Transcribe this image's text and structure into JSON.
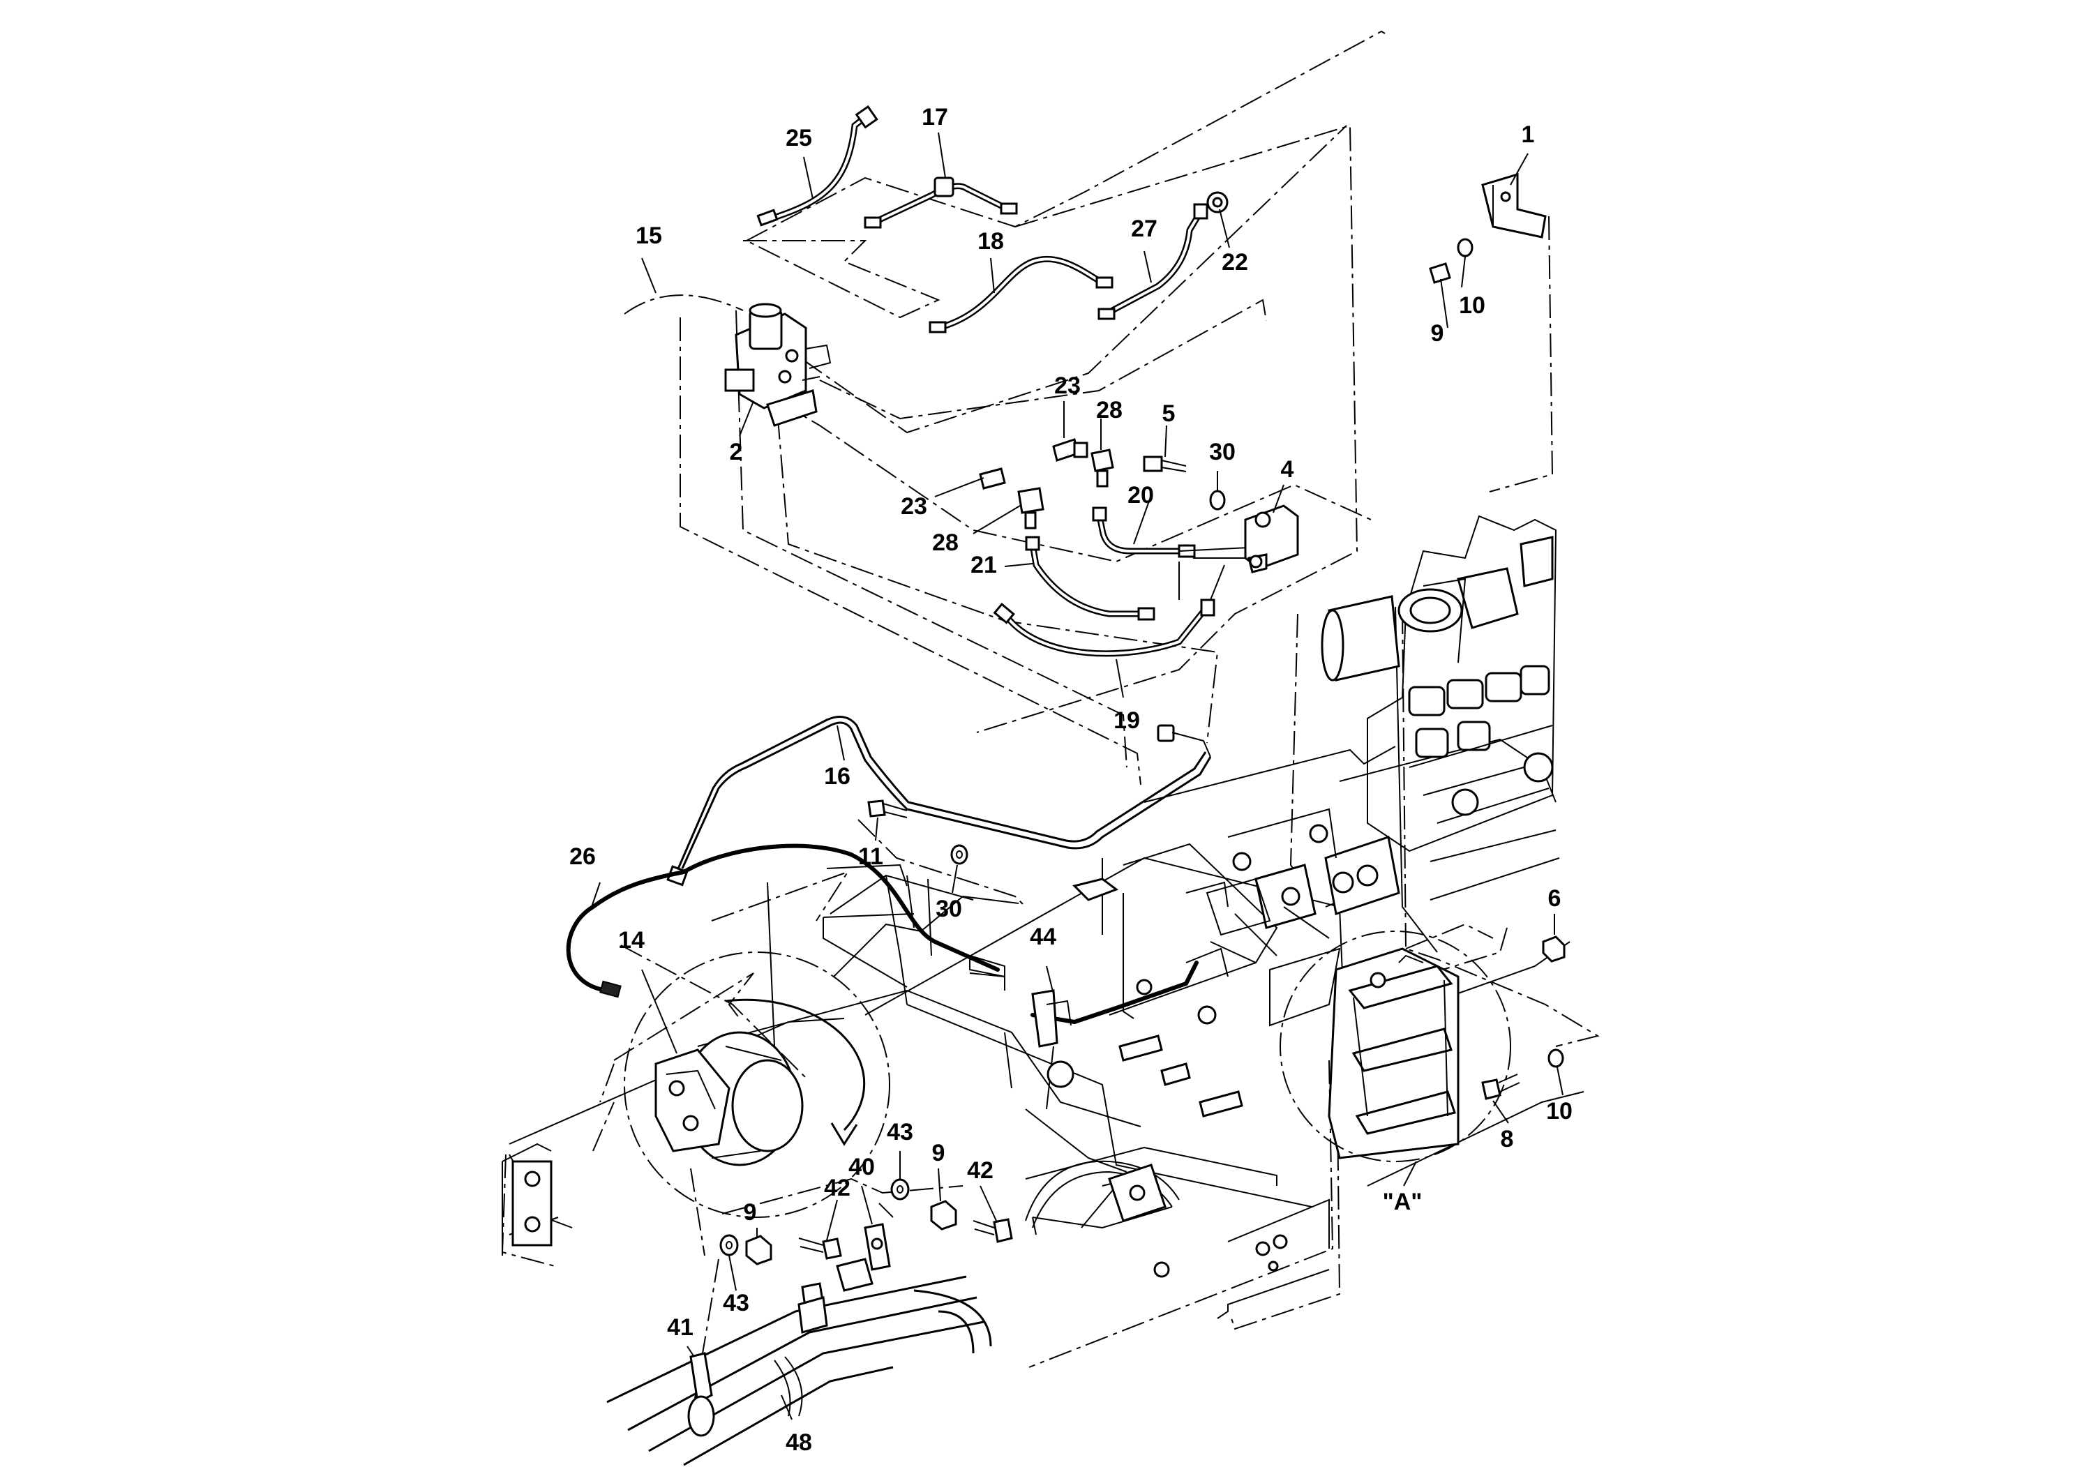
{
  "diagram": {
    "callouts": [
      {
        "id": "c1",
        "label": "1"
      },
      {
        "id": "c2",
        "label": "2"
      },
      {
        "id": "c4",
        "label": "4"
      },
      {
        "id": "c5",
        "label": "5"
      },
      {
        "id": "c6",
        "label": "6"
      },
      {
        "id": "c8",
        "label": "8"
      },
      {
        "id": "c9a",
        "label": "9"
      },
      {
        "id": "c9b",
        "label": "9"
      },
      {
        "id": "c9c",
        "label": "9"
      },
      {
        "id": "c10a",
        "label": "10"
      },
      {
        "id": "c10b",
        "label": "10"
      },
      {
        "id": "c11",
        "label": "11"
      },
      {
        "id": "c14",
        "label": "14"
      },
      {
        "id": "c15",
        "label": "15"
      },
      {
        "id": "c16",
        "label": "16"
      },
      {
        "id": "c17",
        "label": "17"
      },
      {
        "id": "c18",
        "label": "18"
      },
      {
        "id": "c19",
        "label": "19"
      },
      {
        "id": "c20",
        "label": "20"
      },
      {
        "id": "c21",
        "label": "21"
      },
      {
        "id": "c22",
        "label": "22"
      },
      {
        "id": "c23a",
        "label": "23"
      },
      {
        "id": "c23b",
        "label": "23"
      },
      {
        "id": "c25",
        "label": "25"
      },
      {
        "id": "c26",
        "label": "26"
      },
      {
        "id": "c27",
        "label": "27"
      },
      {
        "id": "c28a",
        "label": "28"
      },
      {
        "id": "c28b",
        "label": "28"
      },
      {
        "id": "c30a",
        "label": "30"
      },
      {
        "id": "c30b",
        "label": "30"
      },
      {
        "id": "c40",
        "label": "40"
      },
      {
        "id": "c41",
        "label": "41"
      },
      {
        "id": "c42a",
        "label": "42"
      },
      {
        "id": "c42b",
        "label": "42"
      },
      {
        "id": "c43a",
        "label": "43"
      },
      {
        "id": "c43b",
        "label": "43"
      },
      {
        "id": "c44",
        "label": "44"
      },
      {
        "id": "c48",
        "label": "48"
      }
    ],
    "detail_view_label": "\"A\""
  }
}
